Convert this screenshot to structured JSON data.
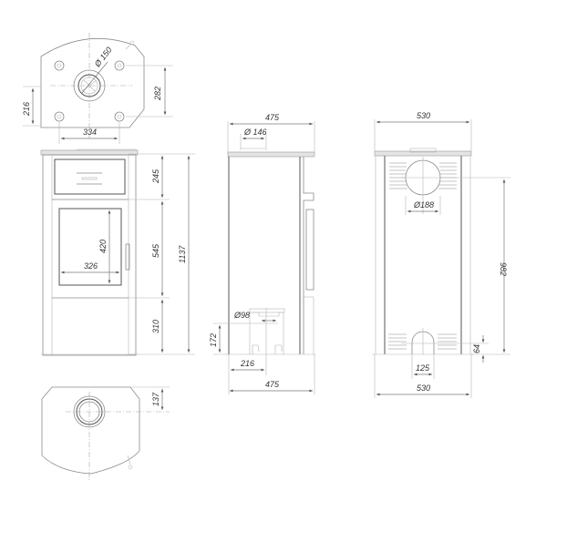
{
  "drawing": {
    "subject": "Stove technical dimension drawing",
    "units": "mm",
    "line_color": "#8a8a8a",
    "background": "#ffffff"
  },
  "views": {
    "top_view": {
      "flue_diameter": "Ø 150",
      "depth_to_foot_row": "282",
      "side_offset": "216",
      "foot_spacing": "334"
    },
    "front_view": {
      "top_section_height": "245",
      "middle_section_height": "545",
      "bottom_section_height": "310",
      "total_height": "1137",
      "glass_height": "420",
      "glass_width": "326"
    },
    "side_view": {
      "top_width": "475",
      "top_flue_diameter": "Ø 146",
      "air_inlet_diameter": "Ø98",
      "air_inlet_height": "172",
      "air_inlet_offset": "216",
      "bottom_width": "475"
    },
    "rear_view": {
      "top_width": "530",
      "rear_flue_diameter": "Ø188",
      "rear_flue_height": "982",
      "air_inlet_height": "64",
      "air_inlet_width": "125",
      "bottom_width": "530"
    },
    "bottom_view": {
      "flue_offset": "137"
    }
  }
}
